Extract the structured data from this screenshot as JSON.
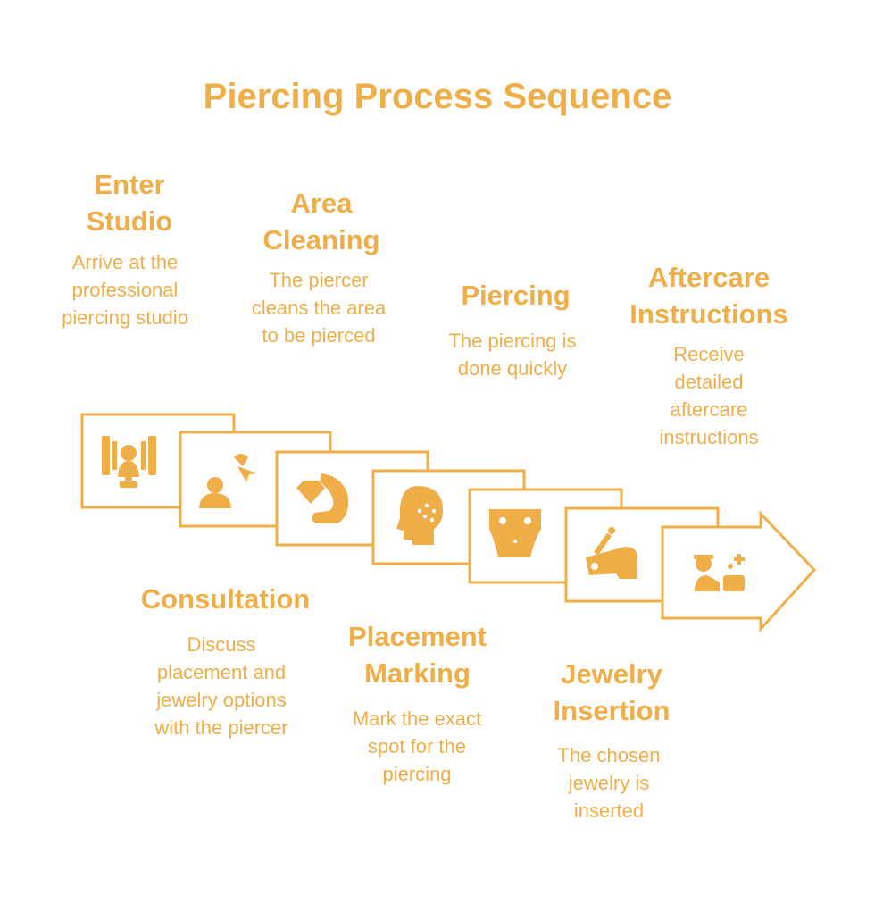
{
  "title": "Piercing Process Sequence",
  "accent_color": "#F0AE49",
  "steps": [
    {
      "label": "Enter Studio",
      "desc": "Arrive at the professional piercing studio",
      "icon": "studio-icon"
    },
    {
      "label": "Consultation",
      "desc": "Discuss placement and jewelry options with the piercer",
      "icon": "consultation-icon"
    },
    {
      "label": "Area Cleaning",
      "desc": "The piercer cleans the area to be pierced",
      "icon": "cleaning-icon"
    },
    {
      "label": "Placement Marking",
      "desc": "Mark the exact spot for the piercing",
      "icon": "marking-icon"
    },
    {
      "label": "Piercing",
      "desc": "The piercing is done quickly",
      "icon": "piercing-icon"
    },
    {
      "label": "Jewelry Insertion",
      "desc": "The chosen jewelry is inserted",
      "icon": "jewelry-icon"
    },
    {
      "label": "Aftercare Instructions",
      "desc": "Receive detailed aftercare instructions",
      "icon": "aftercare-icon"
    }
  ]
}
